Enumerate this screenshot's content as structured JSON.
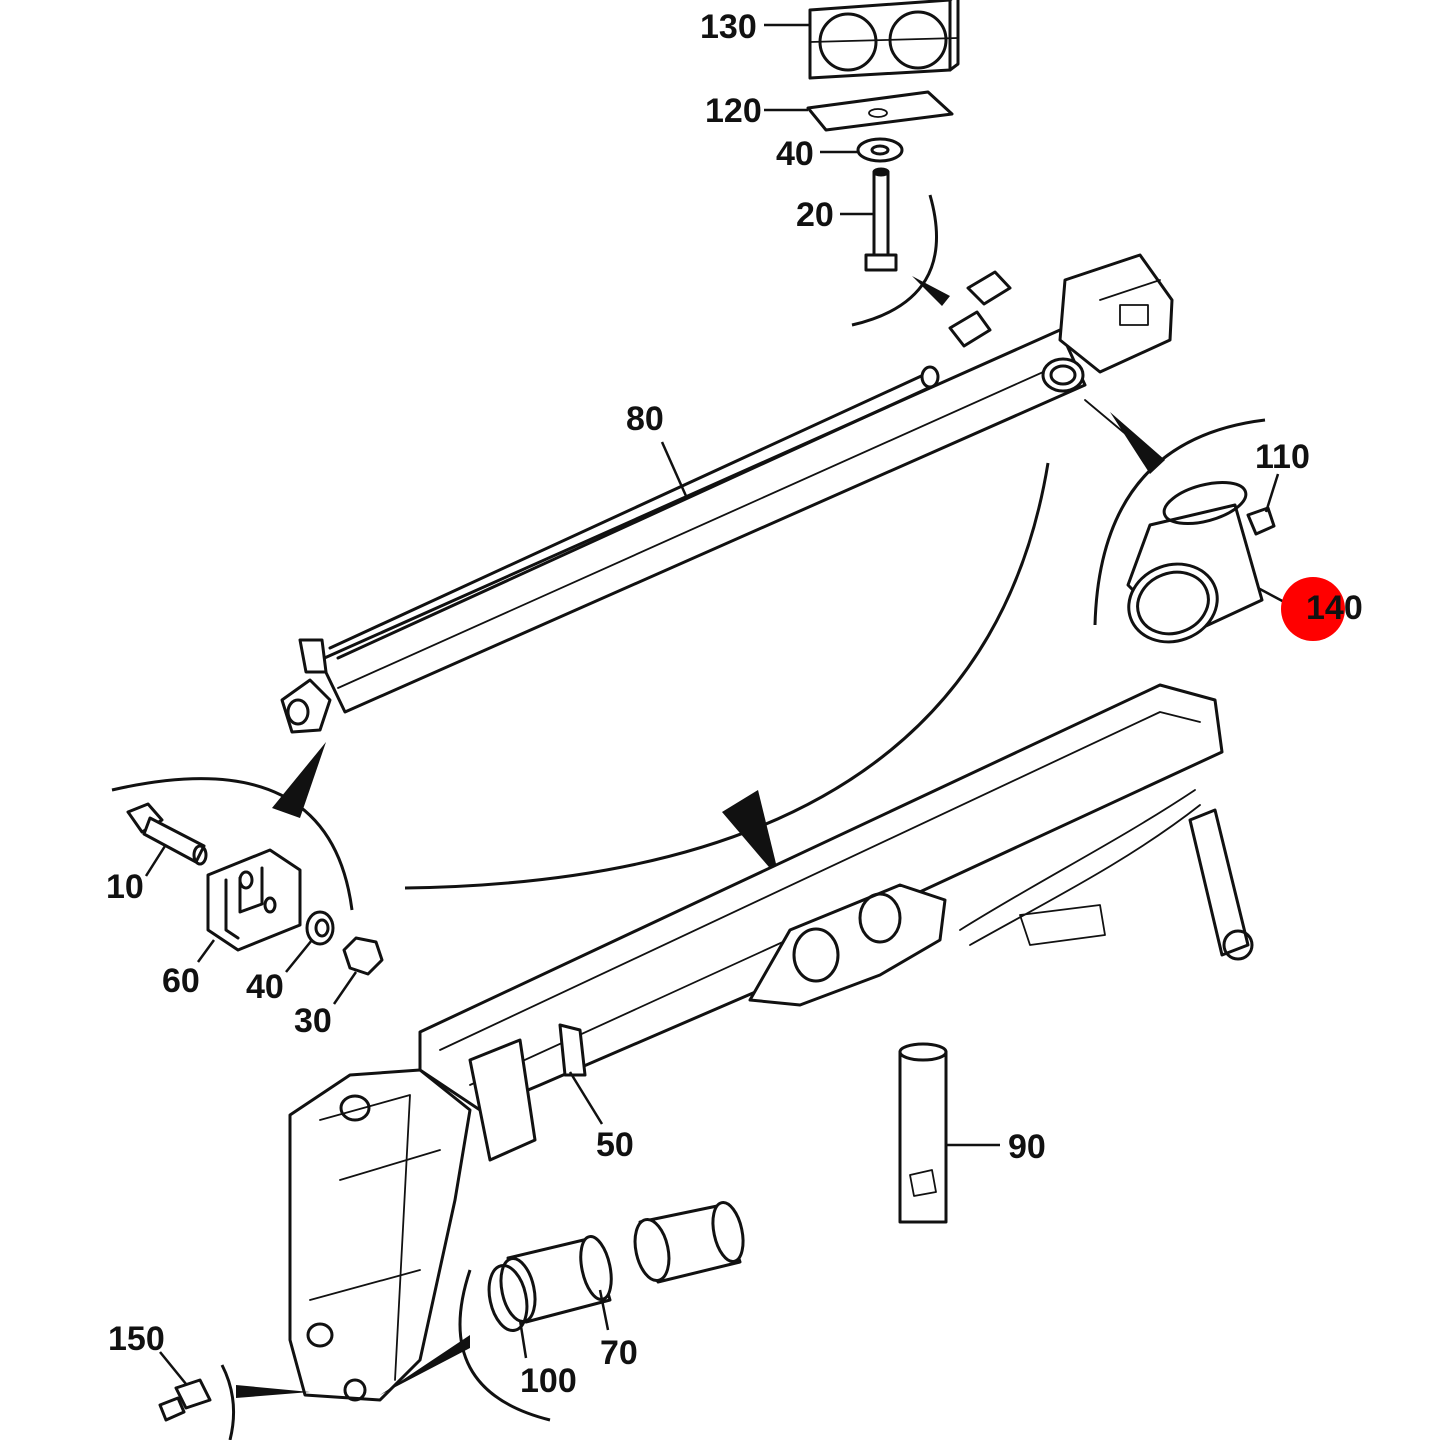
{
  "labels": {
    "p10": "10",
    "p20": "20",
    "p30": "30",
    "p40a": "40",
    "p40b": "40",
    "p50": "50",
    "p60": "60",
    "p70": "70",
    "p80": "80",
    "p90": "90",
    "p100": "100",
    "p110": "110",
    "p120": "120",
    "p130": "130",
    "p140": "140",
    "p150": "150"
  },
  "highlight": {
    "label": "140",
    "color": "#ff0000"
  },
  "colors": {
    "line": "#111111",
    "background": "#ffffff",
    "highlight": "#ff0000"
  }
}
